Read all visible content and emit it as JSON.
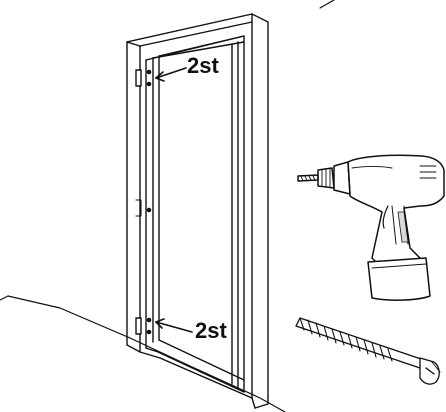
{
  "callouts": {
    "top_label": "2st",
    "bottom_label": "2st"
  },
  "icons": {
    "door_frame": "door-frame-illustration",
    "drill": "cordless-drill-icon",
    "screw": "screw-icon"
  },
  "colors": {
    "line": "#111111",
    "background": "#ffffff",
    "shade": "#d9d9d9"
  }
}
